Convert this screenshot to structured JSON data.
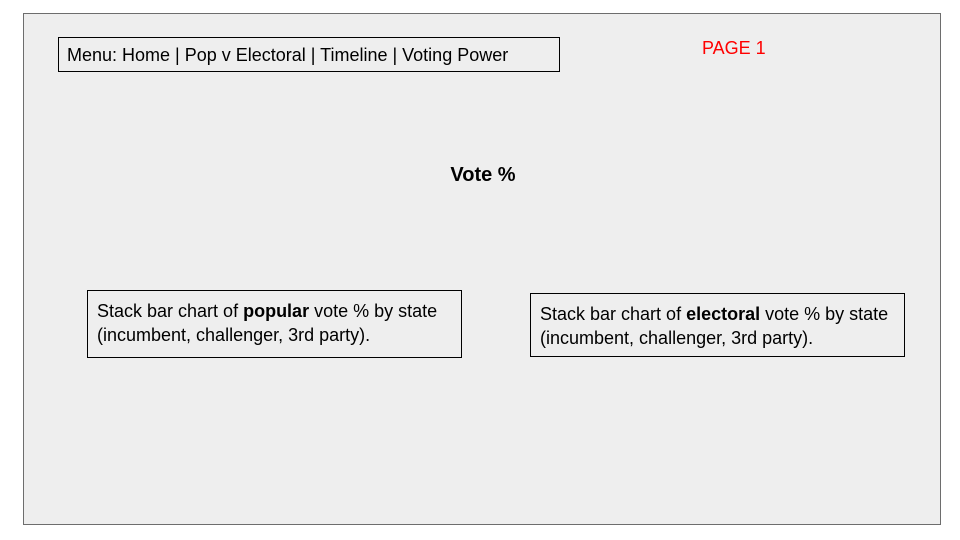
{
  "menu": {
    "text": "Menu: Home | Pop v Electoral | Timeline | Voting Power"
  },
  "page_label": "PAGE 1",
  "page_label_color": "#ff0000",
  "title": "Vote %",
  "notes": {
    "left": {
      "before": "Stack bar chart of ",
      "bold": "popular",
      "after": " vote % by state (incumbent, challenger, 3rd party)."
    },
    "right": {
      "before": "Stack bar chart of ",
      "bold": "electoral",
      "after": " vote % by state (incumbent, challenger, 3rd party)."
    }
  }
}
